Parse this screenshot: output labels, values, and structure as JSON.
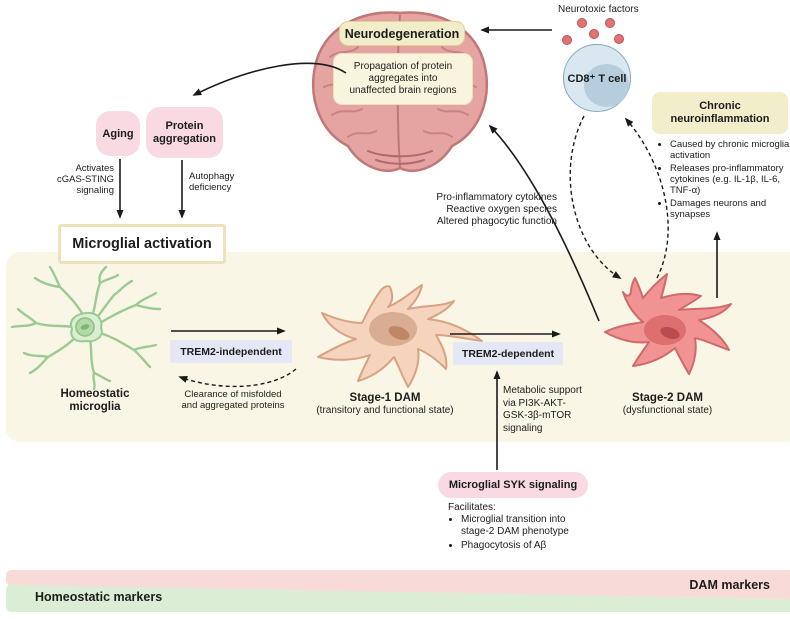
{
  "brain": {
    "neurodegeneration": "Neurodegeneration",
    "propagation": "Propagation of protein\naggregates into\nunaffected brain regions"
  },
  "top_right": {
    "neurotoxic_factors": "Neurotoxic factors",
    "cd8_t_cell": "CD8⁺ T cell"
  },
  "chronic": {
    "title": "Chronic\nneuroinflammation",
    "bullets": [
      "Caused by chronic microglial activation",
      "Releases pro-inflammatory cytokines (e.g. IL-1β, IL-6, TNF-α)",
      "Damages neurons and synapses"
    ]
  },
  "left": {
    "aging": "Aging",
    "protein_aggregation": "Protein\naggregation",
    "aging_arrow_label": "Activates\ncGAS-STING\nsignaling",
    "protein_arrow_label": "Autophagy\ndeficiency",
    "microglial_activation": "Microglial activation"
  },
  "middle": {
    "secretions": "Pro-inflammatory cytokines\nReactive oxygen species\nAltered phagocytic function",
    "trem2_independent": "TREM2-independent",
    "trem2_dependent": "TREM2-dependent",
    "clearance_label": "Clearance of misfolded\nand aggregated proteins",
    "metabolic_label": "Metabolic support\nvia PI3K-AKT-\nGSK-3β-mTOR\nsignaling"
  },
  "cells": {
    "homeostatic_name": "Homeostatic\nmicroglia",
    "stage1_name": "Stage-1 DAM",
    "stage1_state": "(transitory and functional state)",
    "stage2_name": "Stage-2 DAM",
    "stage2_state": "(dysfunctional state)"
  },
  "syk": {
    "box_label": "Microglial SYK signaling",
    "facilitates_title": "Facilitates:",
    "bullets": [
      "Microglial transition into stage-2 DAM phenotype",
      "Phagocytosis of Aβ"
    ]
  },
  "markers": {
    "homeostatic": "Homeostatic markers",
    "dam": "DAM markers"
  },
  "colors": {
    "beige_band": "#faf6e6",
    "cream_box": "#f1ecca",
    "cream_box_light": "#f8f4dd",
    "pink_box": "#f9dae3",
    "lavender_box": "#e4e8f6",
    "tcell_fill": "#d8e7f0",
    "tcell_nucleus": "#b6cdde",
    "neurotoxic_dot": "#e37272",
    "brain_fill": "#e5a3a1",
    "homeostatic_cell": "#9bca93",
    "stage1_cell": "#f6d3bd",
    "stage2_cell": "#f09392",
    "dam_marker_bar": "#f8dbd9",
    "homeostatic_marker_bar": "#dcedd5",
    "arrow": "#1a1a1a"
  }
}
